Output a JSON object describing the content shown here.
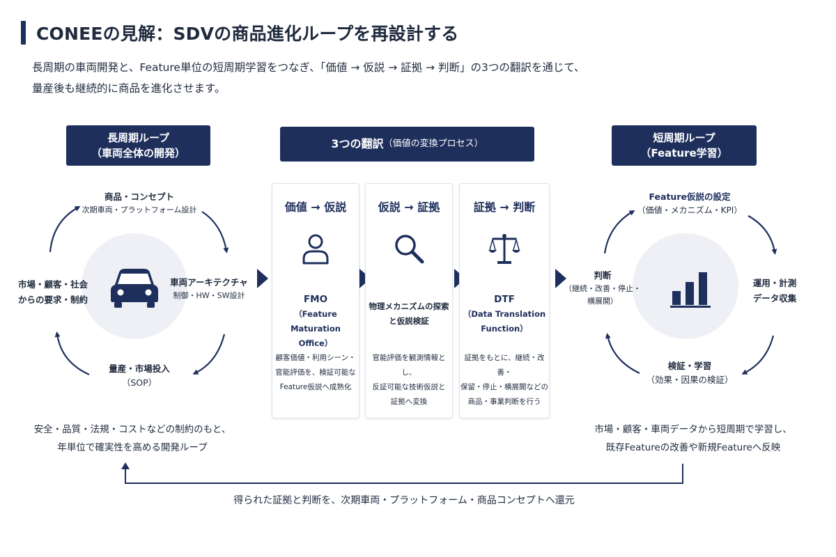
{
  "title": "CONEEの見解：SDVの商品進化ループを再設計する",
  "intro": {
    "line1": "長周期の車両開発と、Feature単位の短周期学習をつなぎ、「価値 → 仮説 → 証拠 → 判断」の3つの翻訳を通じて、",
    "line2": "量産後も継続的に商品を進化させます。"
  },
  "long_loop": {
    "header_line1": "長周期ループ",
    "header_line2": "（車両全体の開発）",
    "top_title": "商品・コンセプト",
    "top_sub": "次期車両・プラットフォーム設計",
    "right_title": "車両アーキテクチャ",
    "right_sub": "制御・HW・SW設計",
    "bottom_title": "量産・市場投入",
    "bottom_sub": "（SOP）",
    "left_line1": "市場・顧客・社会",
    "left_line2": "からの要求・制約",
    "note_line1": "安全・品質・法規・コストなどの制約のもと、",
    "note_line2": "年単位で確実性を高める開発ループ",
    "icon": "car-icon"
  },
  "translations": {
    "header_main": "3つの翻訳",
    "header_sub": "（価値の変換プロセス）",
    "cards": [
      {
        "title": "価値 → 仮説",
        "icon": "person-icon",
        "name_line1": "FMO",
        "name_line2": "（Feature Maturation",
        "name_line3": "Office）",
        "desc_line1": "顧客価値・利用シーン・",
        "desc_line2": "官能評価を、検証可能な",
        "desc_line3": "Feature仮説へ成熟化"
      },
      {
        "title": "仮説 → 証拠",
        "icon": "magnifier-icon",
        "name_line1": "物理メカニズムの探索",
        "name_line2": "と仮説検証",
        "desc_line1": "官能評価を観測情報とし、",
        "desc_line2": "反証可能な技術仮説と",
        "desc_line3": "証拠へ変換"
      },
      {
        "title": "証拠 → 判断",
        "icon": "scale-icon",
        "name_line1": "DTF",
        "name_line2": "（Data Translation",
        "name_line3": "Function）",
        "desc_line1": "証拠をもとに、継続・改善・",
        "desc_line2": "保留・停止・横展開などの",
        "desc_line3": "商品・事業判断を行う"
      }
    ]
  },
  "short_loop": {
    "header_line1": "短周期ループ",
    "header_line2": "（Feature学習）",
    "top_title": "Feature仮説の設定",
    "top_sub": "（価値・メカニズム・KPI）",
    "right_line1": "運用・計測",
    "right_line2": "データ収集",
    "bottom_title": "検証・学習",
    "bottom_sub": "（効果・因果の検証）",
    "left_title": "判断",
    "left_sub1": "（継続・改善・停止・",
    "left_sub2": "横展開）",
    "note_line1": "市場・顧客・車両データから短周期で学習し、",
    "note_line2": "既存Featureの改善や新規Featureへ反映",
    "icon": "bar-chart-icon"
  },
  "feedback": "得られた証拠と判断を、次期車両・プラットフォーム・商品コンセプトへ還元",
  "colors": {
    "navy": "#1e2f5c",
    "circle": "#eef0f5",
    "card_border": "#dfe3ea"
  }
}
